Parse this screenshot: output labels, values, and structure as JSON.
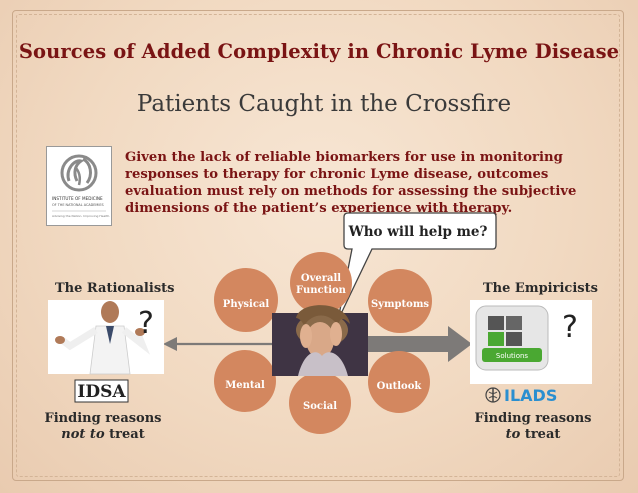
{
  "title": "Sources of Added Complexity in Chronic Lyme Disease",
  "subtitle": "Patients Caught in the Crossfire",
  "body": "Given the lack of reliable biomarkers for use in monitoring responses to therapy for chronic Lyme disease, outcomes evaluation must rely on methods for assessing the subjective dimensions of the patient’s experience with therapy.",
  "speech_bubble": "Who will help me?",
  "iom_logo_text": [
    "INSTITUTE OF MEDICINE",
    "OF THE NATIONAL ACADEMIES",
    "Advising the Nation. Improving Health."
  ],
  "left": {
    "heading": "The Rationalists",
    "logo": "IDSA",
    "question_mark": "?",
    "reason_line1": "Finding reasons",
    "reason_em": "not to",
    "reason_tail": " treat"
  },
  "right": {
    "heading": "The Empiricists",
    "logo": "ILADS",
    "question_mark": "?",
    "puzzle_label": "Solutions",
    "reason_line1": "Finding reasons",
    "reason_em": "to",
    "reason_tail": " treat"
  },
  "dimensions": {
    "overall_line1": "Overall",
    "overall_line2": "Function",
    "symptoms": "Symptoms",
    "outlook": "Outlook",
    "social": "Social",
    "mental": "Mental",
    "physical": "Physical"
  },
  "colors": {
    "title": "#7a1414",
    "body": "#7a1414",
    "circle": "#d3875f",
    "arrow": "#7d7a78",
    "ilads_blue": "#2a8fd0"
  }
}
